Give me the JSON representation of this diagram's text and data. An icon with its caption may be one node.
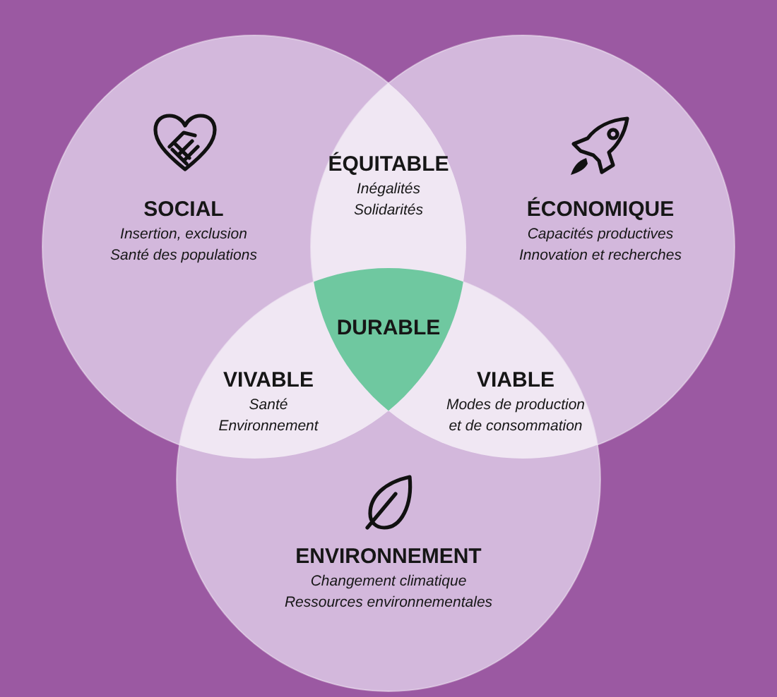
{
  "diagram": {
    "nodes": [
      {
        "text": [
          "SOCIAL",
          "Insertion, exclusion Santé des populations"
        ]
      },
      {
        "text": [
          "ÉQUITABLE",
          "Inégalités Solidarités"
        ]
      },
      {
        "text": [
          "ÉCONOMIQUE",
          "Capacités productives Innovation et recherches"
        ]
      },
      {
        "text": [
          "DURABLE"
        ]
      },
      {
        "text": [
          "VIVABLE",
          "Santé Environnement"
        ]
      },
      {
        "text": [
          "VIABLE",
          "Modes de production et de consommation"
        ]
      },
      {
        "text": [
          "ENVIRONNEMENT",
          "Changement climatique Ressources environnementales"
        ]
      }
    ],
    "edges": []
  }
}
